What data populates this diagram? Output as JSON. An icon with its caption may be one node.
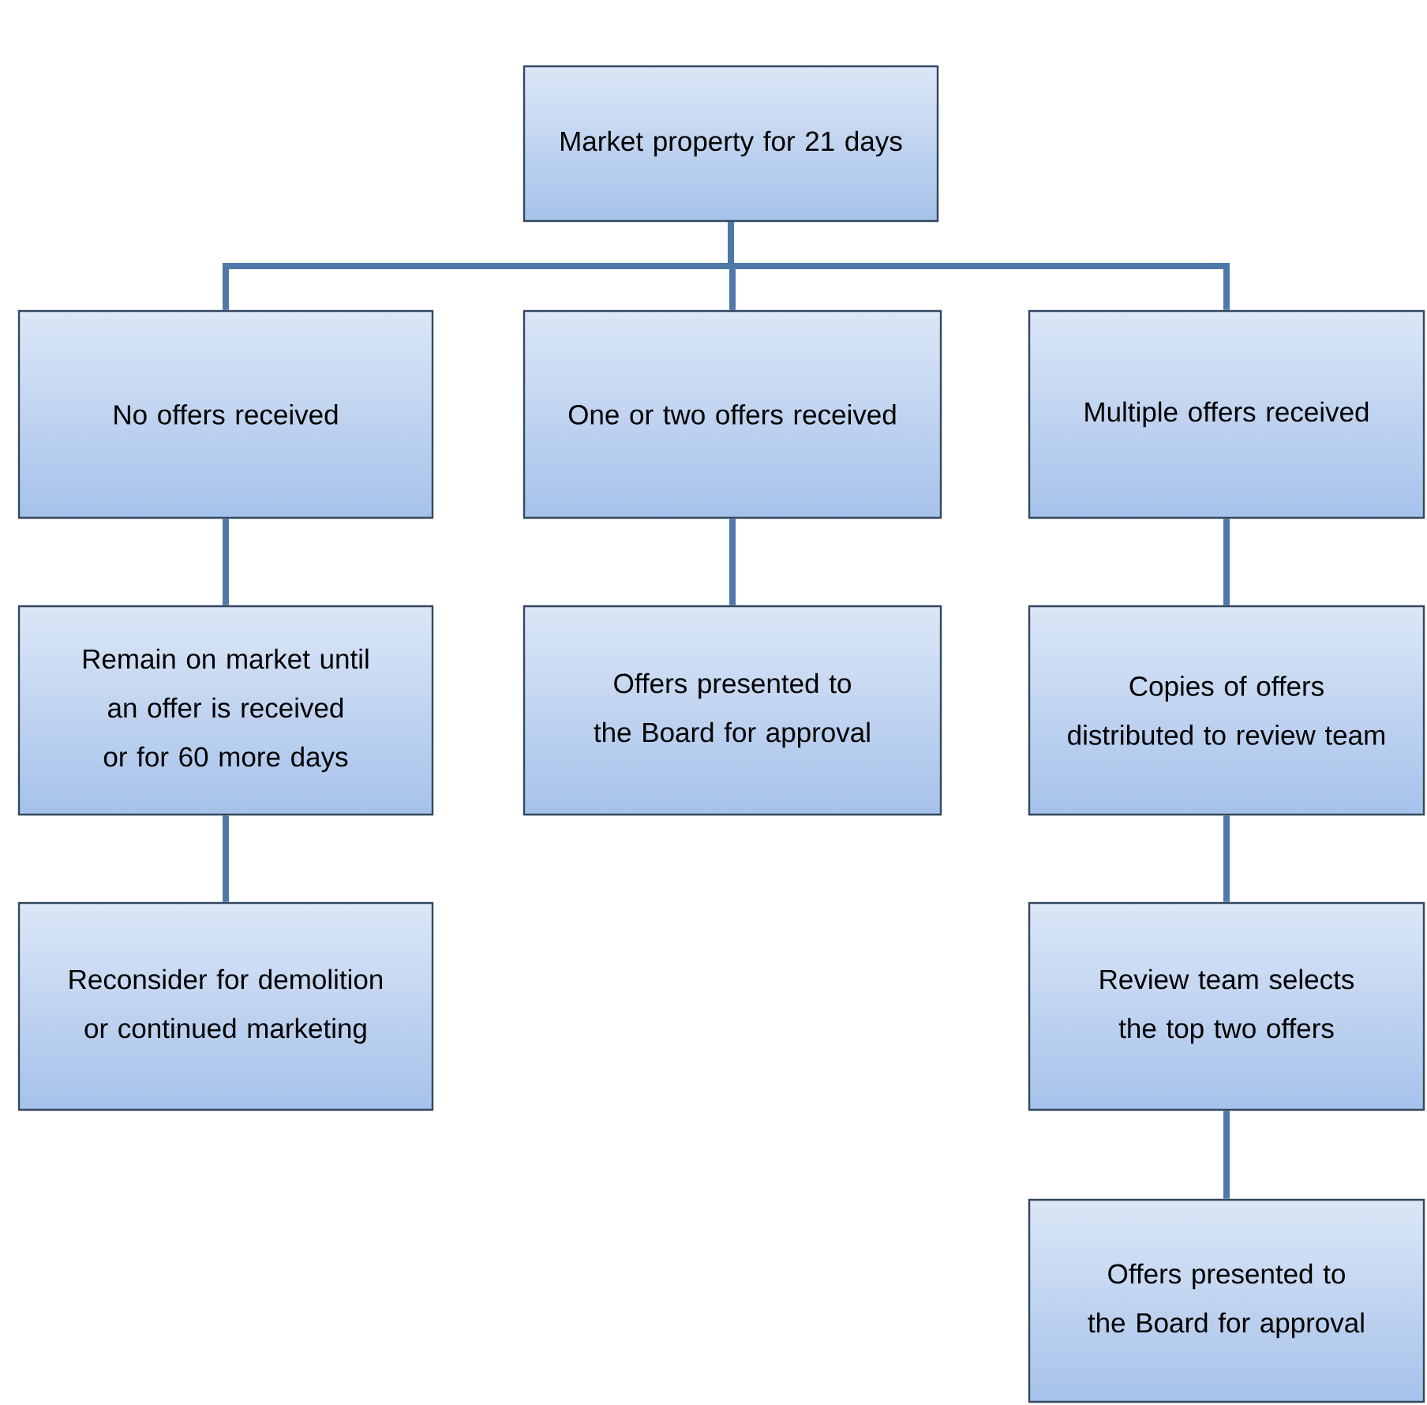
{
  "diagram": {
    "nodes": [
      {
        "text": [
          "Market property for 21 days"
        ]
      },
      {
        "text": [
          "No offers received"
        ]
      },
      {
        "text": [
          "One or two offers received"
        ]
      },
      {
        "text": [
          "Multiple offers received"
        ]
      },
      {
        "text": [
          "Remain on market until an offer is received or for 60 more days"
        ]
      },
      {
        "text": [
          "Offers presented to the Board for approval"
        ]
      },
      {
        "text": [
          "Copies of offers distributed to review team"
        ]
      },
      {
        "text": [
          "Reconsider for demolition or continued marketing"
        ]
      },
      {
        "text": [
          "Review team selects the top two offers"
        ]
      },
      {
        "text": [
          "Offers presented to the Board for approval"
        ]
      }
    ],
    "edges": [
      {
        "from": 0,
        "to": 1,
        "arrow": "none"
      },
      {
        "from": 0,
        "to": 2,
        "arrow": "none"
      },
      {
        "from": 0,
        "to": 3,
        "arrow": "none"
      },
      {
        "from": 1,
        "to": 4,
        "arrow": "none"
      },
      {
        "from": 4,
        "to": 7,
        "arrow": "none"
      },
      {
        "from": 2,
        "to": 5,
        "arrow": "none"
      },
      {
        "from": 3,
        "to": 6,
        "arrow": "none"
      },
      {
        "from": 6,
        "to": 8,
        "arrow": "none"
      },
      {
        "from": 8,
        "to": 9,
        "arrow": "none"
      }
    ]
  }
}
